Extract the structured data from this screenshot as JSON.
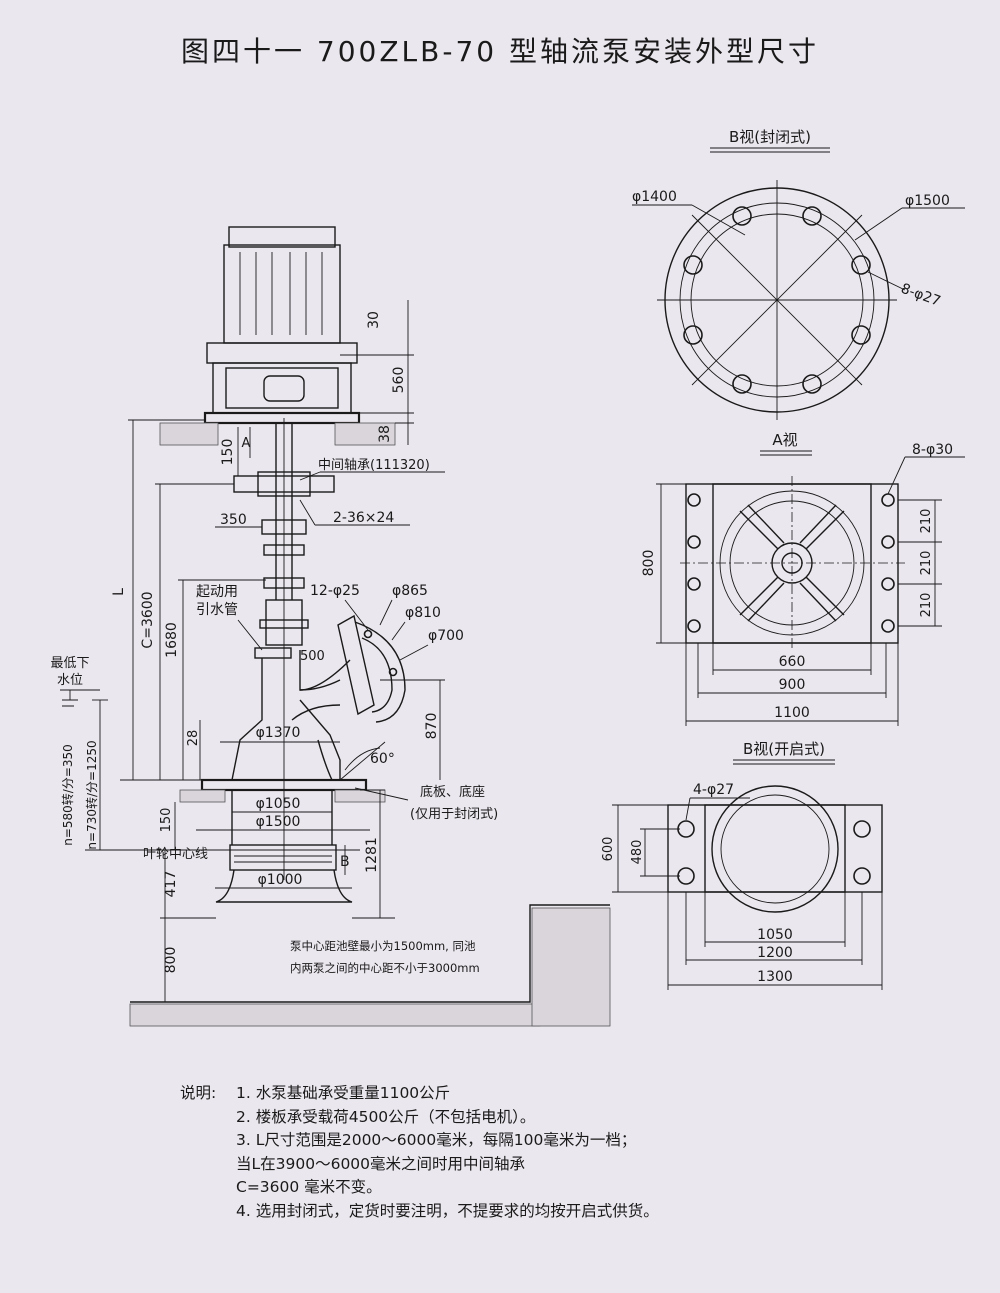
{
  "title": "图四十一   700ZLB-70 型轴流泵安装外型尺寸",
  "views": {
    "b_closed": {
      "title": "B视(封闭式)",
      "phi_inner": "φ1400",
      "phi_outer": "φ1500",
      "bolts": "8-φ27"
    },
    "a_view": {
      "title": "A视",
      "bolts": "8-φ30",
      "dim_800": "800",
      "dim_210": "210",
      "dim_660": "660",
      "dim_900": "900",
      "dim_1100": "1100"
    },
    "b_open": {
      "title": "B视(开启式)",
      "bolts": "4-φ27",
      "dim_600": "600",
      "dim_480": "480",
      "dim_1050": "1050",
      "dim_1200": "1200",
      "dim_1300": "1300"
    }
  },
  "main": {
    "d30": "30",
    "d560": "560",
    "d38": "38",
    "d150_top": "150",
    "label_A": "A",
    "bearing": "中间轴承(111320)",
    "d350": "350",
    "bolts_2_36": "2-36×24",
    "label_L": "L",
    "c3600": "C=3600",
    "d1680": "1680",
    "start_pipe_1": "起动用",
    "start_pipe_2": "引水管",
    "holes_12_25": "12-φ25",
    "phi865": "φ865",
    "phi810": "φ810",
    "phi700": "φ700",
    "d500": "500",
    "d870": "870",
    "low_water_1": "最低下",
    "low_water_2": "水位",
    "d28": "28",
    "phi1370": "φ1370",
    "angle60": "60°",
    "base_1": "底板、底座",
    "base_2": "(仅用于封闭式)",
    "phi1050": "φ1050",
    "phi1500": "φ1500",
    "d150_low": "150",
    "impeller_line": "叶轮中心线",
    "label_B": "B",
    "d1281": "1281",
    "n580": "n=580转/分=350",
    "n730": "n=730转/分=1250",
    "d417": "417",
    "phi1000": "φ1000",
    "d800": "800",
    "pump_note_1": "泵中心距池壁最小为1500mm, 同池",
    "pump_note_2": "内两泵之间的中心距不小于3000mm"
  },
  "notes": {
    "label": "说明:",
    "n1": "1. 水泵基础承受重量1100公斤",
    "n2": "2. 楼板承受载荷4500公斤（不包括电机）。",
    "n3a": "3. L尺寸范围是2000～6000毫米，每隔100毫米为一档；",
    "n3b": "当L在3900～6000毫米之间时用中间轴承",
    "n3c": "C=3600 毫米不变。",
    "n4": "4. 选用封闭式，定货时要注明，不提要求的均按开启式供货。"
  }
}
